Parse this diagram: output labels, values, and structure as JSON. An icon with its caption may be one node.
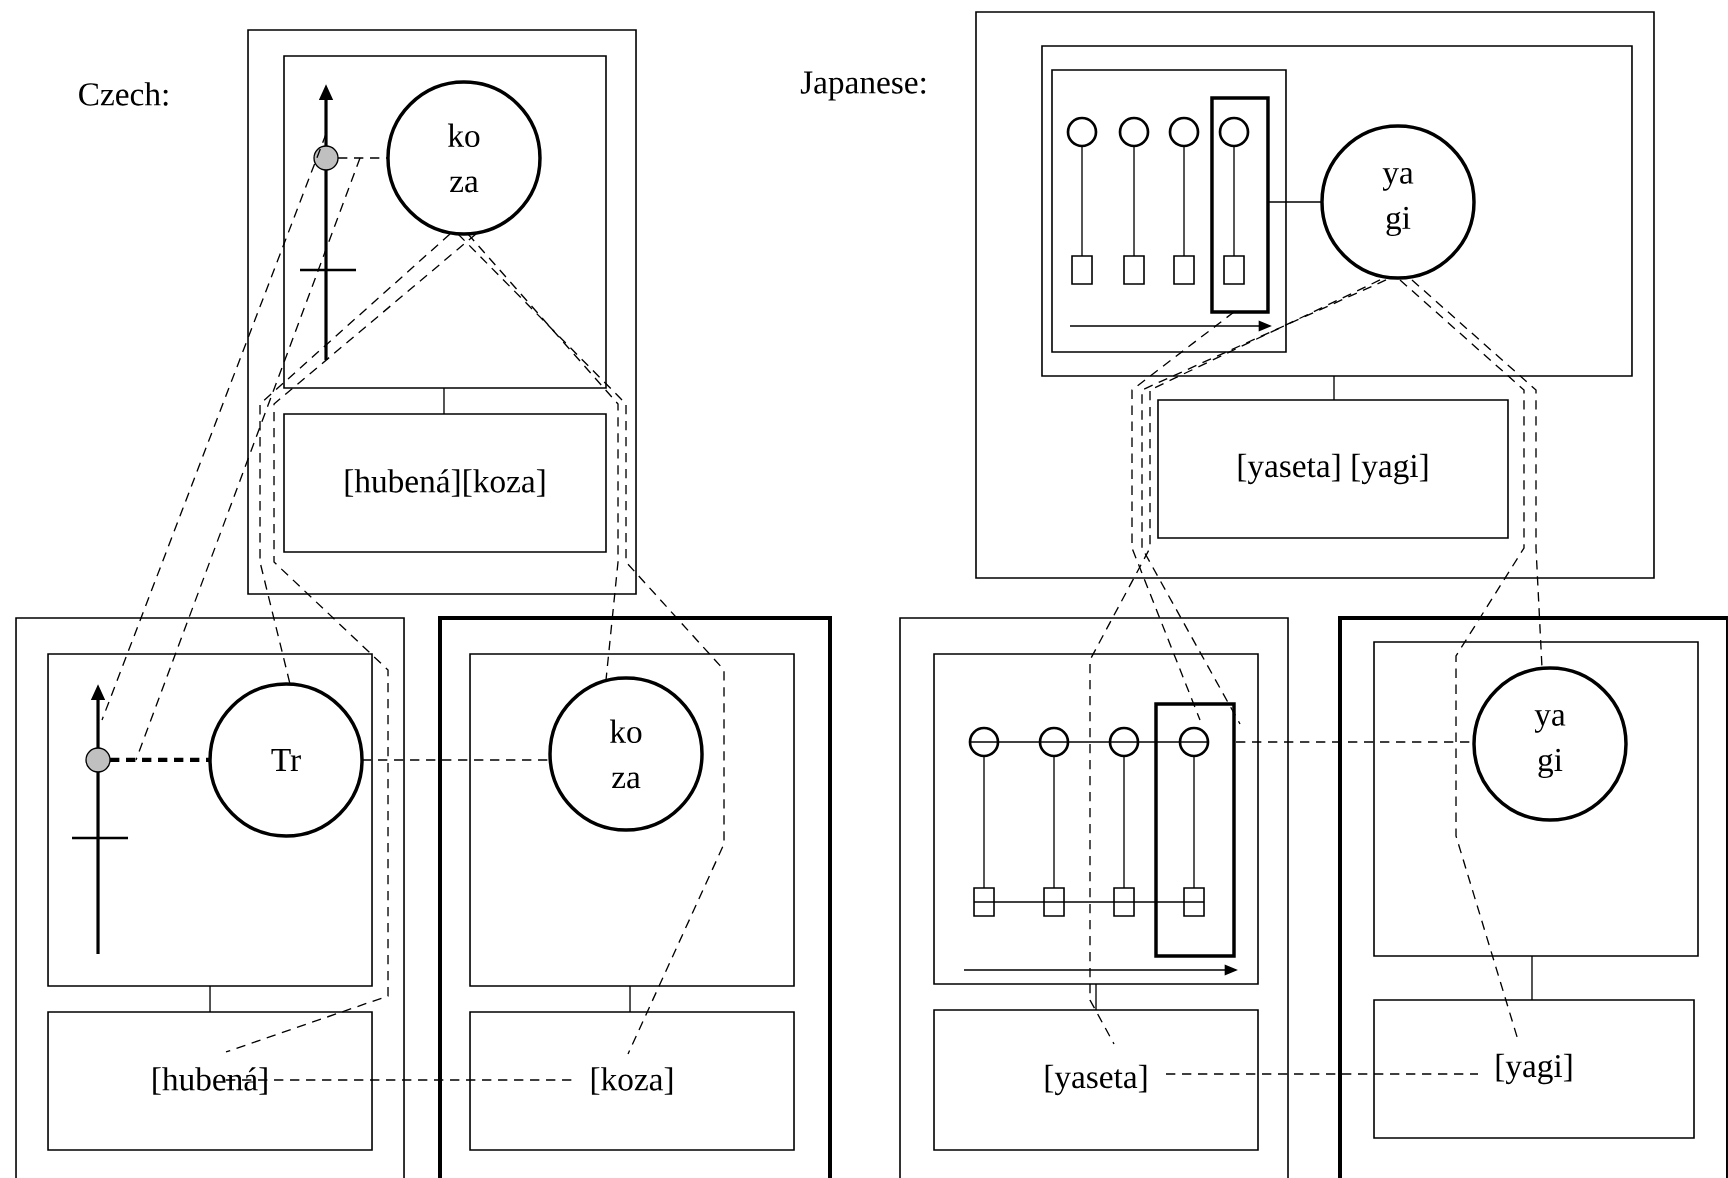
{
  "diagram": {
    "nodes": [
      {
        "text": [],
        "shape": "box"
      },
      {
        "text": [],
        "shape": "box",
        "in": 0
      },
      {
        "text": [],
        "shape": "circle",
        "in": 1
      },
      {
        "text": [
          "ko",
          "za"
        ],
        "in": 1
      },
      {
        "text": [
          "[hubená][koza]"
        ],
        "in": 0
      },
      {
        "text": [],
        "shape": "box"
      },
      {
        "text": [],
        "shape": "box",
        "in": 5
      },
      {
        "text": [],
        "shape": "circle",
        "in": 6
      },
      {
        "text": [
          "Tr"
        ],
        "in": 6
      },
      {
        "text": [
          "[hubená]"
        ],
        "in": 5
      },
      {
        "text": [],
        "shape": "box"
      },
      {
        "text": [],
        "shape": "box",
        "in": 10
      },
      {
        "text": [
          "ko",
          "za"
        ],
        "in": 11
      },
      {
        "text": [
          "[koza]"
        ],
        "in": 10
      },
      {
        "text": [],
        "shape": "box"
      },
      {
        "text": [],
        "shape": "box",
        "in": 14
      },
      {
        "text": [],
        "shape": "box",
        "in": 15
      },
      {
        "text": [],
        "shape": "box",
        "in": 16
      },
      {
        "text": [
          "ya",
          "gi"
        ],
        "in": 15
      },
      {
        "text": [
          "[yaseta] [yagi]"
        ],
        "in": 14
      },
      {
        "text": [],
        "shape": "box"
      },
      {
        "text": [],
        "shape": "box",
        "in": 20
      },
      {
        "text": [],
        "shape": "box",
        "in": 21
      },
      {
        "text": [
          "[yaseta]"
        ],
        "in": 20
      },
      {
        "text": [],
        "shape": "box"
      },
      {
        "text": [],
        "shape": "box",
        "in": 24
      },
      {
        "text": [
          "ya",
          "gi"
        ],
        "in": 25
      },
      {
        "text": [
          "[yagi]"
        ],
        "in": 24
      }
    ],
    "edges": [
      {
        "from": 1,
        "to": 4,
        "arrow": "none"
      },
      {
        "from": 2,
        "to": 3,
        "arrow": "none",
        "style": "dashed"
      },
      {
        "from": 6,
        "to": 9,
        "arrow": "none"
      },
      {
        "from": 7,
        "to": 8,
        "arrow": "none",
        "style": "dashed"
      },
      {
        "from": 11,
        "to": 13,
        "arrow": "none"
      },
      {
        "from": 8,
        "to": 12,
        "arrow": "none",
        "style": "dashed"
      },
      {
        "from": 9,
        "to": 13,
        "arrow": "none",
        "style": "dashed"
      },
      {
        "from": 2,
        "to": 7,
        "arrow": "none",
        "style": "dashed"
      },
      {
        "from": 2,
        "to": 7,
        "arrow": "none",
        "style": "dashed"
      },
      {
        "from": 3,
        "to": 8,
        "arrow": "none",
        "style": "dashed"
      },
      {
        "from": 3,
        "to": 9,
        "arrow": "none",
        "style": "dashed"
      },
      {
        "from": 3,
        "to": 12,
        "arrow": "none",
        "style": "dashed"
      },
      {
        "from": 3,
        "to": 13,
        "arrow": "none",
        "style": "dashed"
      },
      {
        "from": 15,
        "to": 19,
        "arrow": "none"
      },
      {
        "from": 17,
        "to": 18,
        "arrow": "none"
      },
      {
        "from": 21,
        "to": 23,
        "arrow": "none"
      },
      {
        "from": 25,
        "to": 27,
        "arrow": "none"
      },
      {
        "from": 22,
        "to": 26,
        "arrow": "none",
        "style": "dashed"
      },
      {
        "from": 23,
        "to": 27,
        "arrow": "none",
        "style": "dashed"
      },
      {
        "from": 17,
        "to": 22,
        "arrow": "none",
        "style": "dashed"
      },
      {
        "from": 18,
        "to": 22,
        "arrow": "none",
        "style": "dashed"
      },
      {
        "from": 18,
        "to": 23,
        "arrow": "none",
        "style": "dashed"
      },
      {
        "from": 18,
        "to": 26,
        "arrow": "none",
        "style": "dashed"
      },
      {
        "from": 18,
        "to": 27,
        "arrow": "none",
        "style": "dashed"
      }
    ],
    "labels": [
      "Czech:",
      "Japanese:"
    ]
  }
}
